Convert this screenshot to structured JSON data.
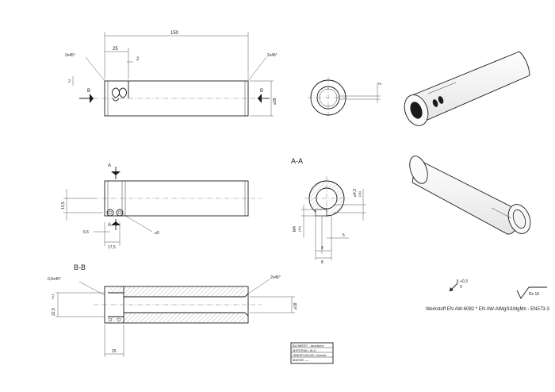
{
  "dims": {
    "overall_length": "150",
    "slot_offset": "25",
    "slot_width": "2",
    "chamfer_left": "2x45°",
    "chamfer_right": "2x45°",
    "diameter": "⌀39",
    "gap_front": "2",
    "side_height": "13,5",
    "hole_offset": "6,5",
    "hole_spacing": "17,5",
    "hole_dia": "⌀5",
    "m4_label": "M4",
    "m4_paren": "(2x)",
    "bore_dia": "⌀4,3",
    "bore_paren": "(2x)",
    "dim_5": "5",
    "dim_8a": "8",
    "dim_8b": "8",
    "bb_chamfer_left": "0,5x45°",
    "bb_chamfer_right": "2x45°",
    "bb_inner_dia": "⌀18",
    "bb_outer_dia": "22,9",
    "bb_tol": "+0,1",
    "bb_len": "25",
    "gap_left": "2"
  },
  "labels": {
    "section_b_left": "B",
    "section_b_right": "B",
    "section_a_top": "A",
    "section_a_bottom": "A",
    "section_aa": "A-A",
    "section_bb": "B-B"
  },
  "notes": {
    "tolerance": "+0,3",
    "tolerance_zero": "0",
    "roughness": "Rz 16",
    "material": "Werkstoff EN AW-6082 * EN AW-AlMgSi1MgMn - EN573-3"
  },
  "title_block": {
    "name": "BLOMERT - anodized",
    "rows": [
      "MATERIAL: ALU",
      "OBERFLÄCHE: eloxiert",
      "MASSE: —"
    ]
  }
}
